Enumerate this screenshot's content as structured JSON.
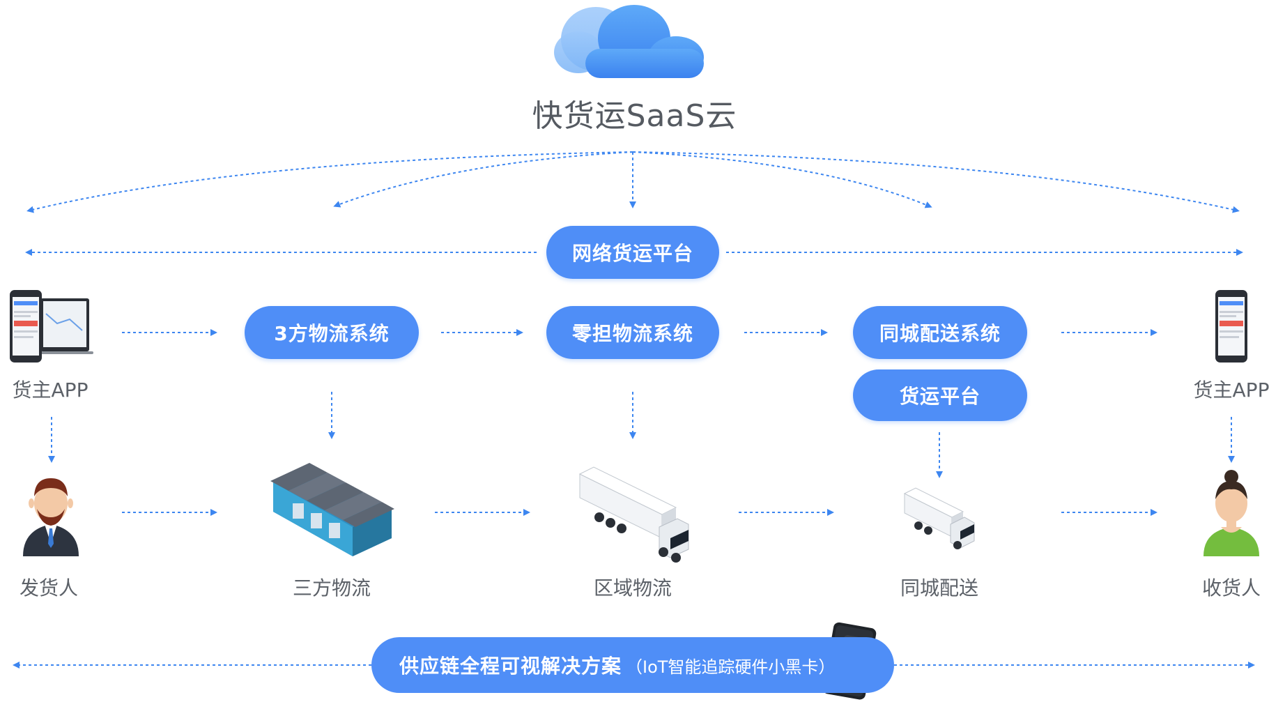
{
  "title": "快货运SaaS云",
  "platform_pill": "网络货运平台",
  "systems": {
    "third_party": "3方物流系统",
    "ltl": "零担物流系统",
    "same_city": "同城配送系统",
    "freight_platform": "货运平台"
  },
  "apps": {
    "left": "货主APP",
    "right": "货主APP"
  },
  "nodes": {
    "shipper": "发货人",
    "third_party_logistics": "三方物流",
    "regional_logistics": "区域物流",
    "same_city_delivery": "同城配送",
    "receiver": "收货人"
  },
  "bottom": {
    "main": "供应链全程可视解决方案",
    "sub": "（IoT智能追踪硬件小黑卡）"
  },
  "colors": {
    "accent": "#4f8ef7",
    "arrow": "#3d86f0",
    "text": "#5c6168"
  }
}
